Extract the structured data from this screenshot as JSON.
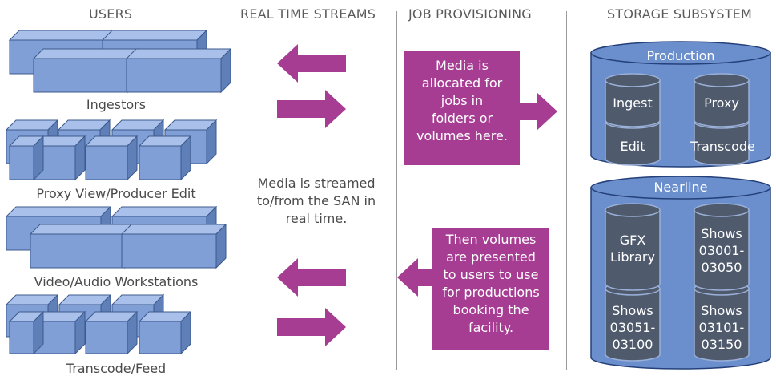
{
  "headers": {
    "users": "USERS",
    "streams": "REAL TIME STREAMS",
    "provisioning": "JOB PROVISIONING",
    "storage": "STORAGE SUBSYSTEM"
  },
  "user_groups": [
    {
      "label": "Ingestors"
    },
    {
      "label": "Proxy View/Producer Edit"
    },
    {
      "label": "Video/Audio Workstations"
    },
    {
      "label": "Transcode/Feed"
    }
  ],
  "streams_note": [
    "Media is streamed",
    "to/from the SAN in",
    "real time."
  ],
  "provisioning": {
    "allocate_box": [
      "Media is",
      "allocated for",
      "jobs in",
      "folders or",
      "volumes here."
    ],
    "present_box": [
      "Then volumes",
      "are presented",
      "to users to use",
      "for productions",
      "booking the",
      "facility."
    ]
  },
  "storage": {
    "production": {
      "label": "Production",
      "volumes": [
        [
          "Ingest"
        ],
        [
          "Proxy"
        ],
        [
          "Edit"
        ],
        [
          "Transcode"
        ]
      ]
    },
    "nearline": {
      "label": "Nearline",
      "volumes": [
        [
          "GFX",
          "Library"
        ],
        [
          "Shows",
          "03001-",
          "03050"
        ],
        [
          "Shows",
          "03051-",
          "03100"
        ],
        [
          "Shows",
          "03101-",
          "03150"
        ]
      ]
    }
  },
  "colors": {
    "box_fill": "#7f9fd6",
    "box_top": "#a9c1ea",
    "box_side": "#5f7fb8",
    "box_stroke": "#3d5a8c",
    "arrow": "#a63d93",
    "cyl_outer": "#6b8fcc",
    "cyl_inner": "#4f5a6c"
  }
}
